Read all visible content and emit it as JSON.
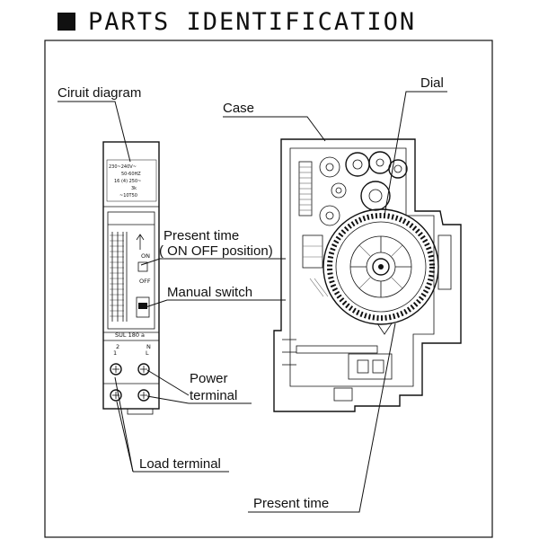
{
  "heading": {
    "title": "PARTS IDENTIFICATION"
  },
  "labels": {
    "circuit_diagram": "Ciruit diagram",
    "dial": "Dial",
    "case": "Case",
    "present_time_on_off_1": "Present time",
    "present_time_on_off_2": "( ON OFF position)",
    "manual_switch": "Manual switch",
    "power_terminal_1": "Power",
    "power_terminal_2": "terminal",
    "load_terminal": "Load terminal",
    "present_time": "Present time"
  },
  "device_front": {
    "spec_line1": "230~240V~",
    "spec_line2": "50-60HZ",
    "spec_line3": "16 (4) 250~",
    "spec_line4": "3k",
    "spec_line5": "~10T50",
    "on": "ON",
    "off": "OFF",
    "model": "SUL 180 a",
    "terminal_2": "2",
    "terminal_1": "1",
    "terminal_n": "N",
    "terminal_l": "L"
  }
}
